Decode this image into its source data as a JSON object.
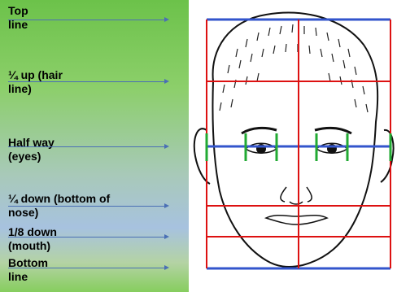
{
  "labels": {
    "top": "Top\nline",
    "hair": "¼ up (hair\nline)",
    "eyes": "Half way\n(eyes)",
    "nose": "¼ down (bottom of\nnose)",
    "mouth": "1/8 down\n(mouth)",
    "bottom": "Bottom\nline"
  },
  "colors": {
    "outer_lines": "#3355cc",
    "grid_lines": "#dd1111",
    "eye_marks": "#22aa33",
    "arrows": "#4a6fb5"
  }
}
